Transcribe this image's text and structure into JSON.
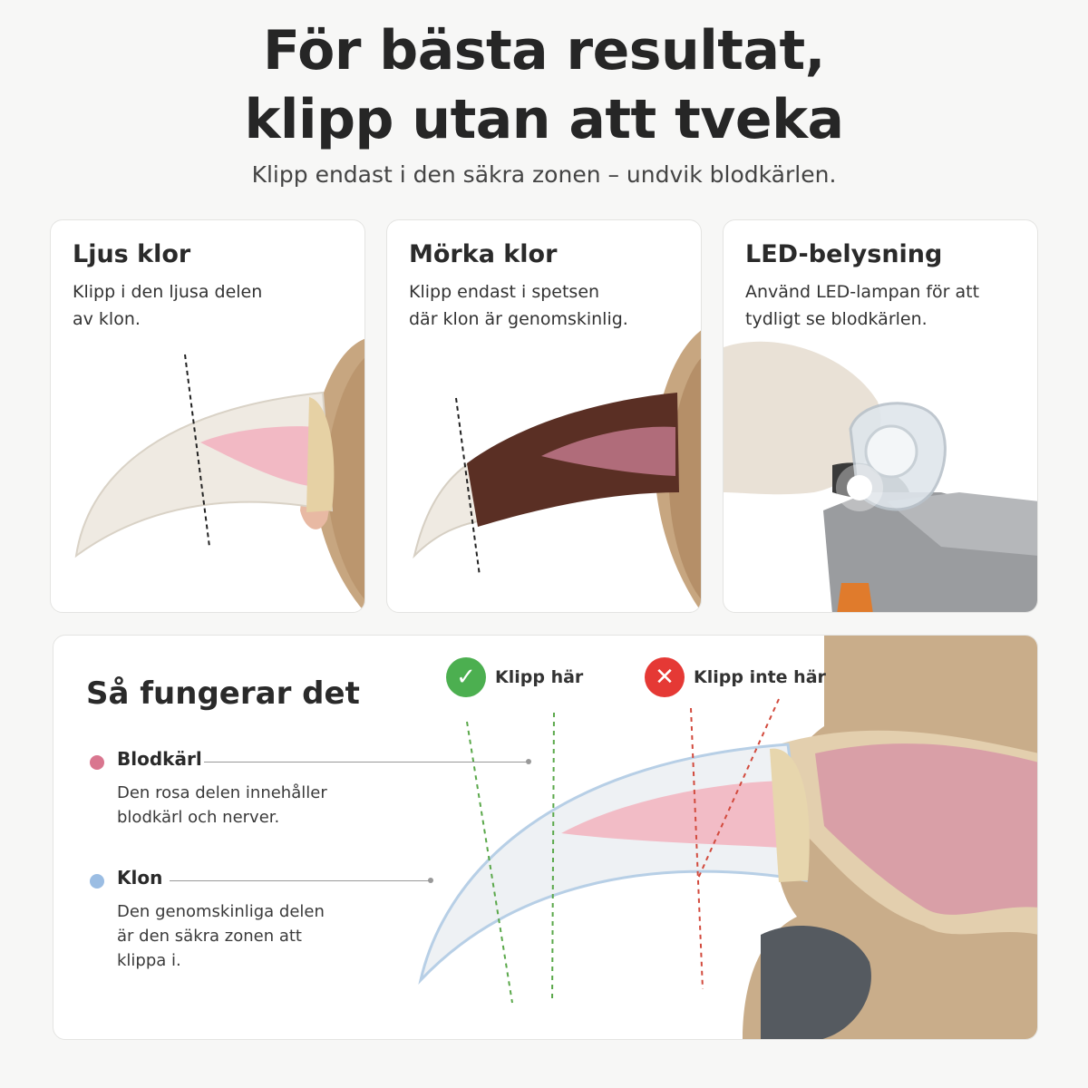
{
  "header": {
    "title_line1": "För bästa resultat,",
    "title_line2": "klipp utan att tveka",
    "subtitle": "Klipp endast i den säkra zonen – undvik blodkärlen."
  },
  "cards": [
    {
      "title": "Ljus klor",
      "text_line1": "Klipp i den ljusa delen",
      "text_line2": "av klon."
    },
    {
      "title": "Mörka klor",
      "text_line1": "Klipp endast i spetsen",
      "text_line2": "där klon är genomskinlig."
    },
    {
      "title": "LED-belysning",
      "text_line1": "Använd LED-lampan för att",
      "text_line2": "tydligt se blodkärlen."
    }
  ],
  "how": {
    "title": "Så fungerar det",
    "cut_here": "Klipp här",
    "dont_cut": "Klipp inte här",
    "legend": [
      {
        "label": "Blodkärl",
        "desc": "Den rosa delen innehåller blodkärl och nerver.",
        "color": "#d9768f"
      },
      {
        "label": "Klon",
        "desc": "Den genomskinliga delen är den säkra zonen att klippa i.",
        "color": "#9bbde3"
      }
    ]
  },
  "colors": {
    "ok": "#4caf50",
    "bad": "#e53935",
    "quick": "#f2b8c2"
  }
}
